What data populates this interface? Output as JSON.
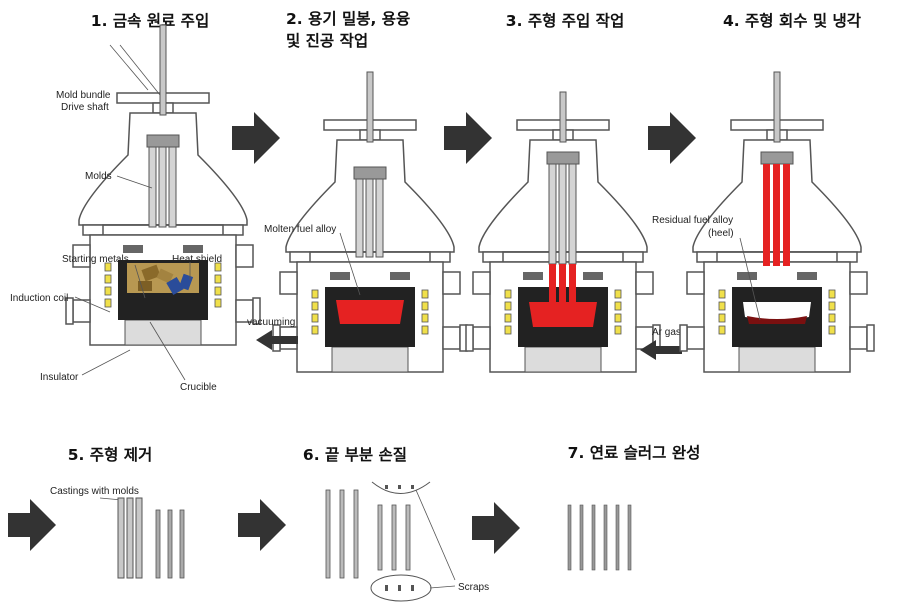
{
  "steps": [
    {
      "title": "1. 금속 원료 주입"
    },
    {
      "title_line1": "2. 용기 밀봉, 용융",
      "title_line2": "및 진공 작업"
    },
    {
      "title": "3. 주형 주입 작업"
    },
    {
      "title": "4. 주형 회수 및 냉각"
    },
    {
      "title": "5. 주형 제거"
    },
    {
      "title": "6. 끝 부분 손질"
    },
    {
      "title": "7. 연료 슬러그 완성"
    }
  ],
  "labels": {
    "mold_bundle_line1": "Mold bundle",
    "mold_bundle_line2": "Drive shaft",
    "molds": "Molds",
    "starting_metals": "Starting metals",
    "heat_shield": "Heat shield",
    "induction_coil": "Induction coil",
    "insulator": "Insulator",
    "crucible": "Crucible",
    "molten_fuel_alloy": "Molten fuel alloy",
    "vacuuming": "vacuuming",
    "ar_gas": "Ar gas",
    "residual_line1": "Residual fuel alloy",
    "residual_line2": "(heel)",
    "castings_with_molds": "Castings with molds",
    "scraps": "Scraps"
  },
  "colors": {
    "vessel_fill": "#ffffff",
    "vessel_stroke": "#555555",
    "rod": "#c8c8c8",
    "molten": "#e52222",
    "coil": "#f0e04a",
    "metal_tan": "#9b7a3a",
    "metal_blue": "#2a4c9a",
    "insulator": "#dcdcdc",
    "arrow": "#333333"
  }
}
